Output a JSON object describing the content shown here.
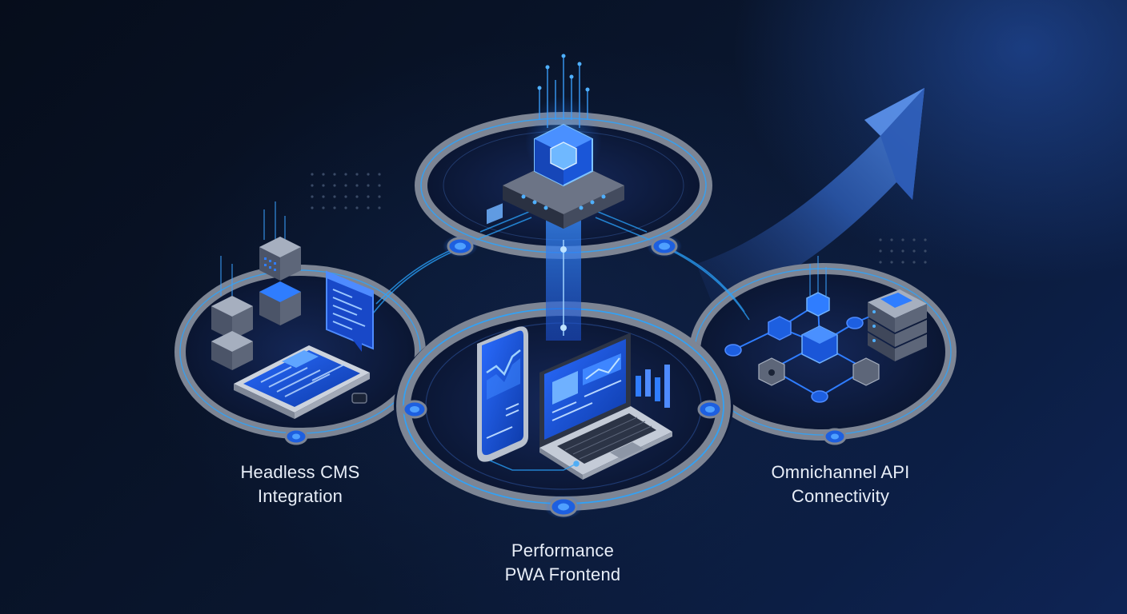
{
  "labels": {
    "cms": {
      "line1": "Headless CMS",
      "line2": "Integration"
    },
    "pwa": {
      "line1": "Performance",
      "line2": "PWA Frontend"
    },
    "api": {
      "line1": "Omnichannel API",
      "line2": "Connectivity"
    }
  },
  "colors": {
    "background": "#07101f",
    "ring": "#7d8594",
    "accent": "#2f6fff",
    "glow": "#3aa0ff",
    "node_fill": "#1d5fe0",
    "arrow": "#3f6fc0",
    "text": "#e8eef8"
  },
  "icons": [
    "cube-hub-icon",
    "tablet-icon",
    "code-window-icon",
    "server-stack-icon",
    "phone-chart-icon",
    "laptop-icon",
    "bar-chart-icon",
    "growth-arrow-icon",
    "network-graph-icon"
  ]
}
